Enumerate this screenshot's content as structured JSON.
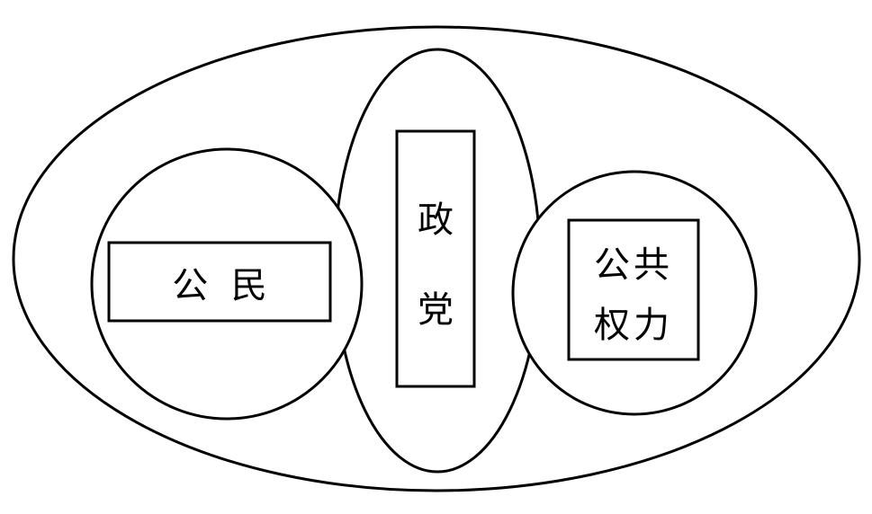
{
  "diagram": {
    "citizen_label": "公  民",
    "party_label": [
      "政",
      "党"
    ],
    "public_power_label": [
      "公共",
      "权力"
    ],
    "stroke_color": "#000000",
    "fill_color": "#ffffff"
  }
}
